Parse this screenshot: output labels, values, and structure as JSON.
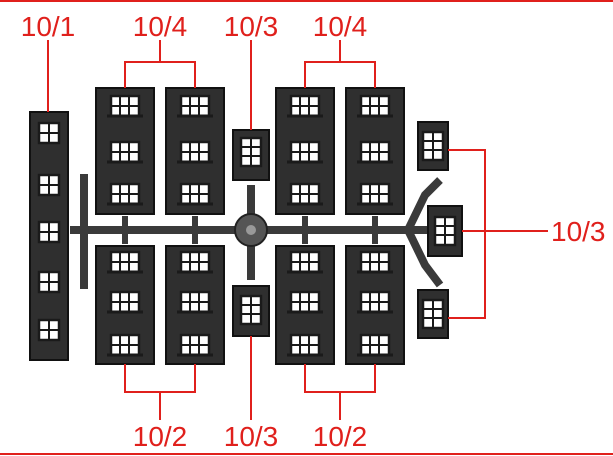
{
  "accent_color": "#e0201c",
  "part_color": "#2a2a2a",
  "labels": {
    "top_left": "10/1",
    "top_group_left": "10/4",
    "top_center": "10/3",
    "top_group_right": "10/4",
    "right": "10/3",
    "bottom_group_left": "10/2",
    "bottom_center": "10/3",
    "bottom_group_right": "10/2"
  }
}
